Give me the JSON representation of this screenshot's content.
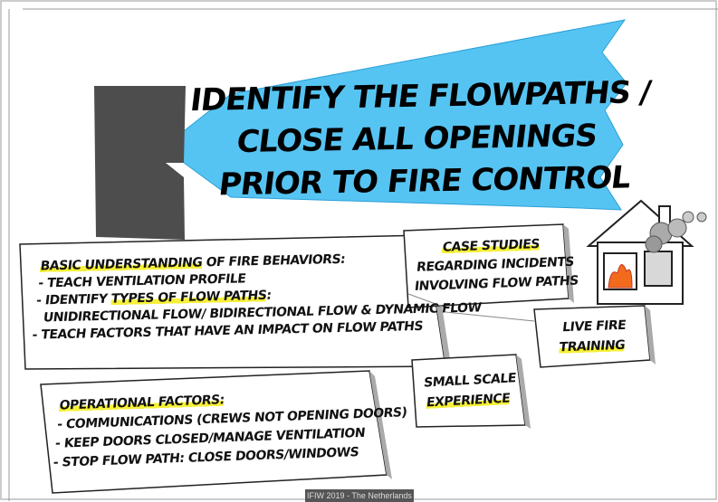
{
  "title": {
    "line1": "IDENTIFY THE FLOWPATHS /",
    "line2": "CLOSE ALL OPENINGS",
    "line3": "PRIOR TO FIRE CONTROL"
  },
  "basic_box": {
    "heading_highlight": "BASIC UNDERSTANDING",
    "heading_rest": " OF FIRE BEHAVIORS:",
    "item1": "- TEACH VENTILATION PROFILE",
    "item2_prefix": "- IDENTIFY ",
    "item2_highlight": "TYPES OF FLOW PATHS",
    "item2_suffix": ":",
    "item2_sub": "UNIDIRECTIONAL FLOW/ BIDIRECTIONAL FLOW & DYNAMIC FLOW",
    "item3": "- TEACH FACTORS THAT HAVE AN IMPACT ON FLOW PATHS"
  },
  "operational_box": {
    "heading": "OPERATIONAL FACTORS:",
    "item1": "- COMMUNICATIONS (CREWS NOT OPENING DOORS)",
    "item2": "- KEEP DOORS CLOSED/MANAGE VENTILATION",
    "item3": "- STOP FLOW PATH: CLOSE DOORS/WINDOWS"
  },
  "case_box": {
    "heading": "CASE STUDIES",
    "line1": "REGARDING INCIDENTS",
    "line2": "INVOLVING FLOW PATHS"
  },
  "live_fire_box": {
    "line1": "LIVE FIRE",
    "line2": "TRAINING"
  },
  "small_scale_box": {
    "line1": "SMALL SCALE",
    "line2": "EXPERIENCE"
  },
  "footer": {
    "text": "IFIW 2019 - The Netherlands"
  },
  "colors": {
    "arrow_blue": "#56c4f2",
    "door_gray": "#4d4d4d",
    "highlight_yellow": "#f6f03a",
    "fire_orange": "#f26b1d"
  }
}
